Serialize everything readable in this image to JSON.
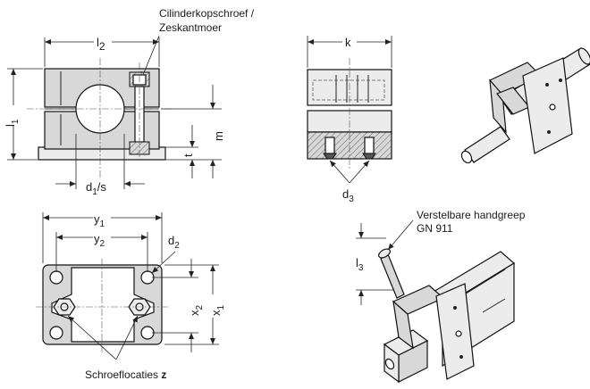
{
  "labels": {
    "l2": "l",
    "l2_sub": "2",
    "cap_screw_line1": "Cilinderkopschroef /",
    "cap_screw_line2": "Zeskantmoer",
    "l1": "l",
    "l1_sub": "1",
    "m": "m",
    "t": "t",
    "d1s": "d",
    "d1s_sub": "1",
    "d1s_suffix": "/s",
    "k": "k",
    "d3": "d",
    "d3_sub": "3",
    "y1": "y",
    "y1_sub": "1",
    "y2": "y",
    "y2_sub": "2",
    "d2": "d",
    "d2_sub": "2",
    "x2": "x",
    "x2_sub": "2",
    "x1": "x",
    "x1_sub": "1",
    "screw_locations": "Schroeflocaties ",
    "screw_locations_bold": "z",
    "handle_line1": "Verstelbare handgreep",
    "handle_line2": "GN 911",
    "l3": "l",
    "l3_sub": "3"
  },
  "colors": {
    "line": "#111111",
    "fill_grey": "#d8d8d8",
    "fill_light": "#ececec",
    "background": "#ffffff"
  }
}
